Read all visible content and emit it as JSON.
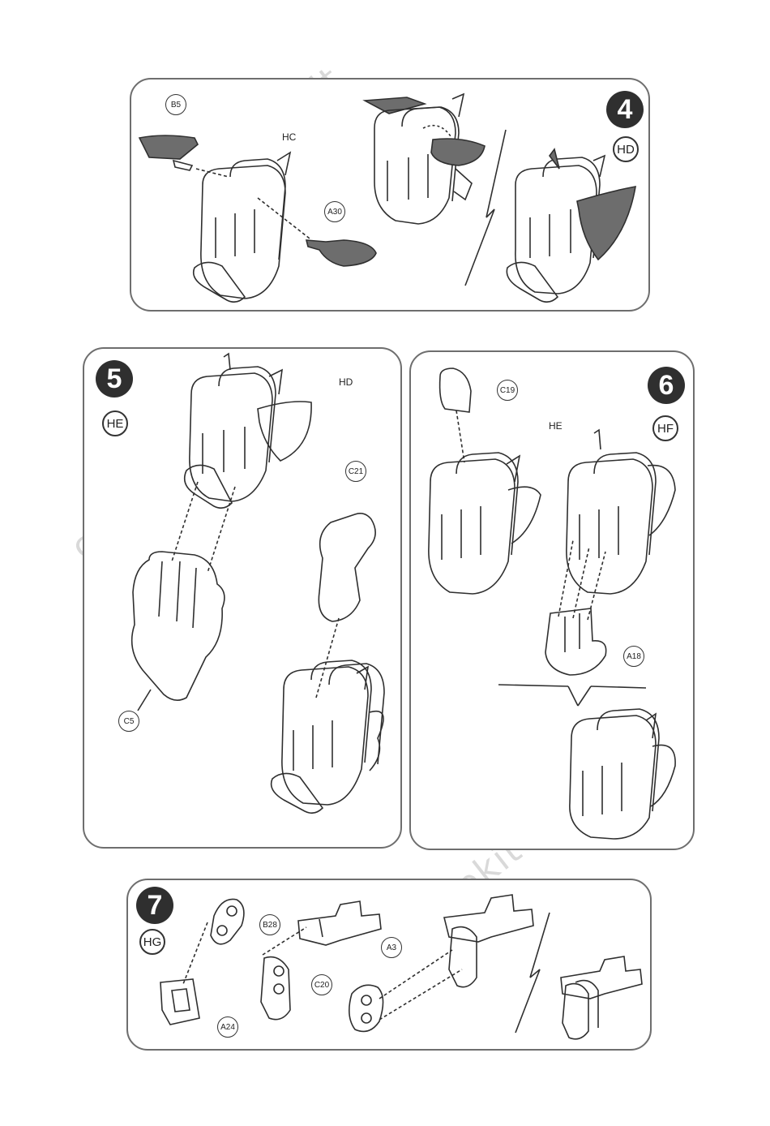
{
  "watermark": "cebekit",
  "colors": {
    "line": "#2f2f2f",
    "accent_fill": "#6d6d6d",
    "panel_border": "#6e6e6e"
  },
  "steps": [
    {
      "number": "4",
      "group": "HD",
      "parts": [
        "B5",
        "A30"
      ],
      "arrow_label": "HC"
    },
    {
      "number": "5",
      "group": "HE",
      "parts": [
        "C21",
        "C5"
      ],
      "arrow_label": "HD"
    },
    {
      "number": "6",
      "group": "HF",
      "parts": [
        "C19",
        "A18"
      ],
      "arrow_label": "HE"
    },
    {
      "number": "7",
      "group": "HG",
      "parts": [
        "B28",
        "A3",
        "C20",
        "A24"
      ],
      "arrow_label": ""
    }
  ]
}
